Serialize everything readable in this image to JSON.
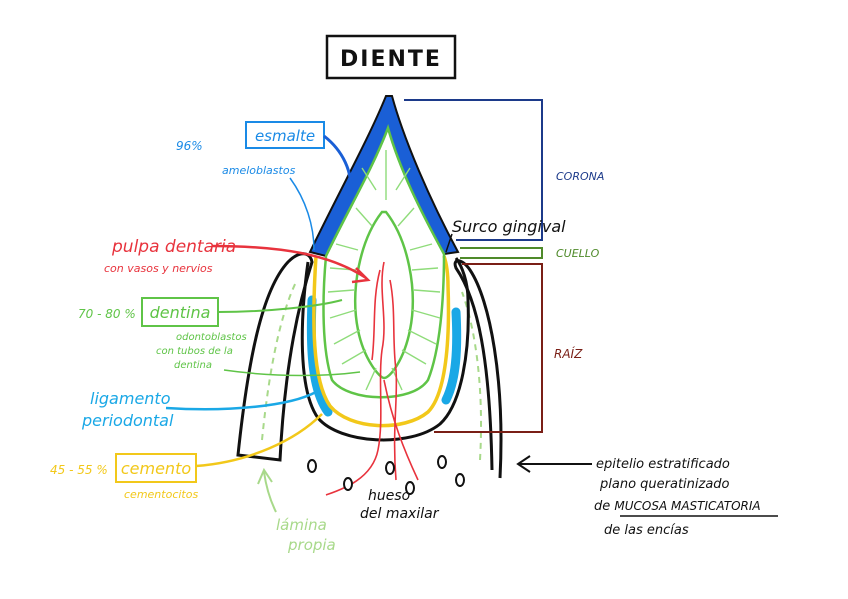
{
  "title": "DIENTE",
  "labels": {
    "corona": "CORONA",
    "cuello": "CUELLO",
    "raiz": "RAÍZ",
    "surco": "Surco gingival",
    "esmalte": "esmalte",
    "esmalte_pct": "96%",
    "ameloblastos": "ameloblastos",
    "pulpa": "pulpa dentaria",
    "pulpa_sub": "con vasos y nervios",
    "dentina": "dentina",
    "dentina_pct": "70 - 80 %",
    "odontoblastos_1": "odontoblastos",
    "odontoblastos_2": "con tubos de la",
    "odontoblastos_3": "dentina",
    "ligamento_1": "ligamento",
    "ligamento_2": "periodontal",
    "cemento": "cemento",
    "cemento_pct": "45 - 55 %",
    "cementocitos": "cementocitos",
    "lamina_1": "lámina",
    "lamina_2": "propia",
    "hueso_1": "hueso",
    "hueso_2": "del maxilar",
    "epitelio_1": "epitelio estratificado",
    "epitelio_2": "plano queratinizado",
    "epitelio_3a": "de ",
    "epitelio_3b": "MUCOSA MASTICATORIA",
    "epitelio_4": "de las encías"
  },
  "colors": {
    "enamel": "#1a5fd6",
    "pulp_label": "#e8333d",
    "pulp_nerve": "#e8333d",
    "dentin": "#5fc447",
    "dentin_lines": "#8fdc7a",
    "ligament": "#1aa8e6",
    "cement": "#f2c81a",
    "lamina": "#a8d98a",
    "corona": "#1c3a8a",
    "cuello": "#4f8a2a",
    "raiz": "#7a1f16",
    "ink": "#111111"
  }
}
